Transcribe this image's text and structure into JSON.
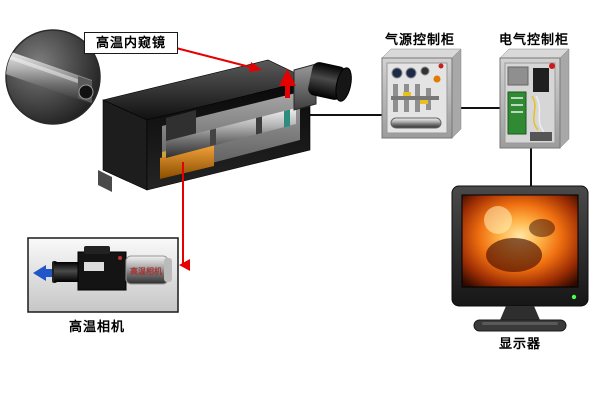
{
  "labels": {
    "endoscope": "高温内窥镜",
    "air_cabinet": "气源控制柜",
    "electric_cabinet": "电气控制柜",
    "camera_caption": "高温相机",
    "camera_body_text": "高温相机",
    "monitor": "显示器"
  },
  "colors": {
    "connector_red": "#e60000",
    "connector_black": "#111111",
    "arrow_blue": "#2156c8"
  }
}
